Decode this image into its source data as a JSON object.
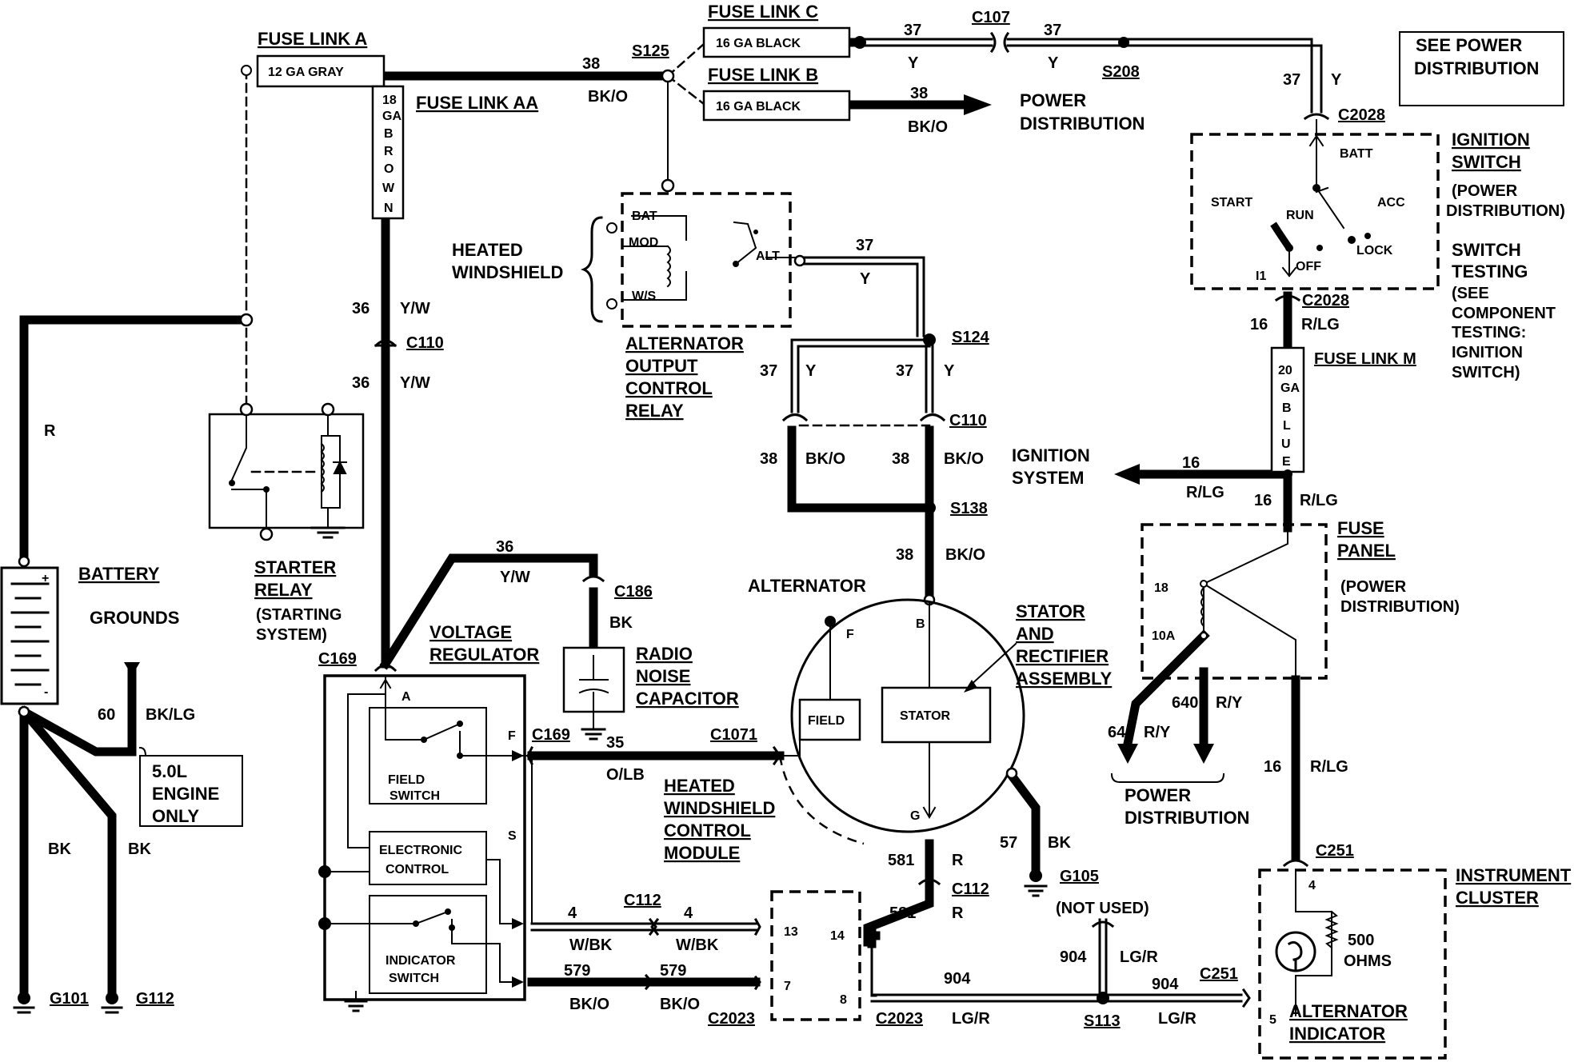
{
  "fuse_links": {
    "a_title": "FUSE LINK A",
    "a_spec": "12 GA GRAY",
    "c_title": "FUSE LINK C",
    "c_spec": "16 GA BLACK",
    "b_title": "FUSE LINK B",
    "b_spec": "16 GA BLACK",
    "aa_title": "FUSE LINK AA",
    "aa_spec": [
      "18",
      "GA",
      "B",
      "R",
      "O",
      "W",
      "N"
    ],
    "m_title": "FUSE LINK M",
    "m_spec": [
      "20",
      "GA",
      "B",
      "L",
      "U",
      "E"
    ]
  },
  "splices": {
    "s125": "S125",
    "s208": "S208",
    "s124": "S124",
    "s138": "S138",
    "s113": "S113"
  },
  "connectors": {
    "c107": "C107",
    "c2028_top": "C2028",
    "c2028_bot": "C2028",
    "c110_left": "C110",
    "c110_right": "C110",
    "c169_top": "C169",
    "c169_mid": "C169",
    "c186": "C186",
    "c1071": "C1071",
    "c112_a": "C112",
    "c112_b": "C112",
    "c2023_a": "C2023",
    "c2023_b": "C2023",
    "c251_top": "C251",
    "c251_bot": "C251"
  },
  "wires": {
    "n38": "38",
    "bko": "BK/O",
    "n37": "37",
    "y": "Y",
    "n36": "36",
    "yw": "Y/W",
    "r": "R",
    "n60": "60",
    "bklg": "BK/LG",
    "bk": "BK",
    "n35": "35",
    "olb": "O/LB",
    "n4": "4",
    "wbk": "W/BK",
    "n579": "579",
    "n581": "581",
    "n57": "57",
    "n904": "904",
    "lgr": "LG/R",
    "n16": "16",
    "rlg": "R/LG",
    "n640": "640",
    "ry": "R/Y"
  },
  "components": {
    "see_power": [
      "SEE POWER",
      "DISTRIBUTION"
    ],
    "power_distribution": [
      "POWER",
      "DISTRIBUTION"
    ],
    "ignition_switch": [
      "IGNITION",
      "SWITCH"
    ],
    "ignition_switch_note": [
      "(POWER",
      "DISTRIBUTION)"
    ],
    "switch_testing": [
      "SWITCH",
      "TESTING",
      "(SEE",
      "COMPONENT",
      "TESTING:",
      "IGNITION",
      "SWITCH)"
    ],
    "ign_batt": "BATT",
    "ign_start": "START",
    "ign_run": "RUN",
    "ign_acc": "ACC",
    "ign_lock": "LOCK",
    "ign_off": "OFF",
    "ign_i1": "I1",
    "heated_windshield": [
      "HEATED",
      "WINDSHIELD"
    ],
    "relay_bat": "BAT",
    "relay_mod": "MOD",
    "relay_ws": "W/S",
    "relay_alt": "ALT",
    "alt_output_relay": [
      "ALTERNATOR",
      "OUTPUT",
      "CONTROL",
      "RELAY"
    ],
    "ignition_system": [
      "IGNITION",
      "SYSTEM"
    ],
    "battery": "BATTERY",
    "grounds": "GROUNDS",
    "starter_relay": [
      "STARTER",
      "RELAY"
    ],
    "starter_relay_note": [
      "(STARTING",
      "SYSTEM)"
    ],
    "engine_note": [
      "5.0L",
      "ENGINE",
      "ONLY"
    ],
    "voltage_regulator": [
      "VOLTAGE",
      "REGULATOR"
    ],
    "vr_a": "A",
    "vr_f": "F",
    "vr_s": "S",
    "field_switch": [
      "FIELD",
      "SWITCH"
    ],
    "electronic_control": [
      "ELECTRONIC",
      "CONTROL"
    ],
    "indicator_switch": [
      "INDICATOR",
      "SWITCH"
    ],
    "radio_capacitor": [
      "RADIO",
      "NOISE",
      "CAPACITOR"
    ],
    "alternator": "ALTERNATOR",
    "alt_f": "F",
    "alt_b": "B",
    "alt_g": "G",
    "field": "FIELD",
    "stator": "STATOR",
    "stator_rectifier": [
      "STATOR",
      "AND",
      "RECTIFIER",
      "ASSEMBLY"
    ],
    "hw_module": [
      "HEATED",
      "WINDSHIELD",
      "CONTROL",
      "MODULE"
    ],
    "module_pins": [
      "13",
      "14",
      "7",
      "8"
    ],
    "fuse_panel": [
      "FUSE",
      "PANEL"
    ],
    "fuse_panel_note": [
      "(POWER",
      "DISTRIBUTION)"
    ],
    "fuse_18": "18",
    "fuse_10a": "10A",
    "not_used": "(NOT USED)",
    "instrument_cluster": [
      "INSTRUMENT",
      "CLUSTER"
    ],
    "cluster_pin4": "4",
    "cluster_pin5": "5",
    "ohms": [
      "500",
      "OHMS"
    ],
    "alt_indicator": [
      "ALTERNATOR",
      "INDICATOR"
    ]
  },
  "grounds": {
    "g101": "G101",
    "g112": "G112",
    "g105": "G105"
  }
}
